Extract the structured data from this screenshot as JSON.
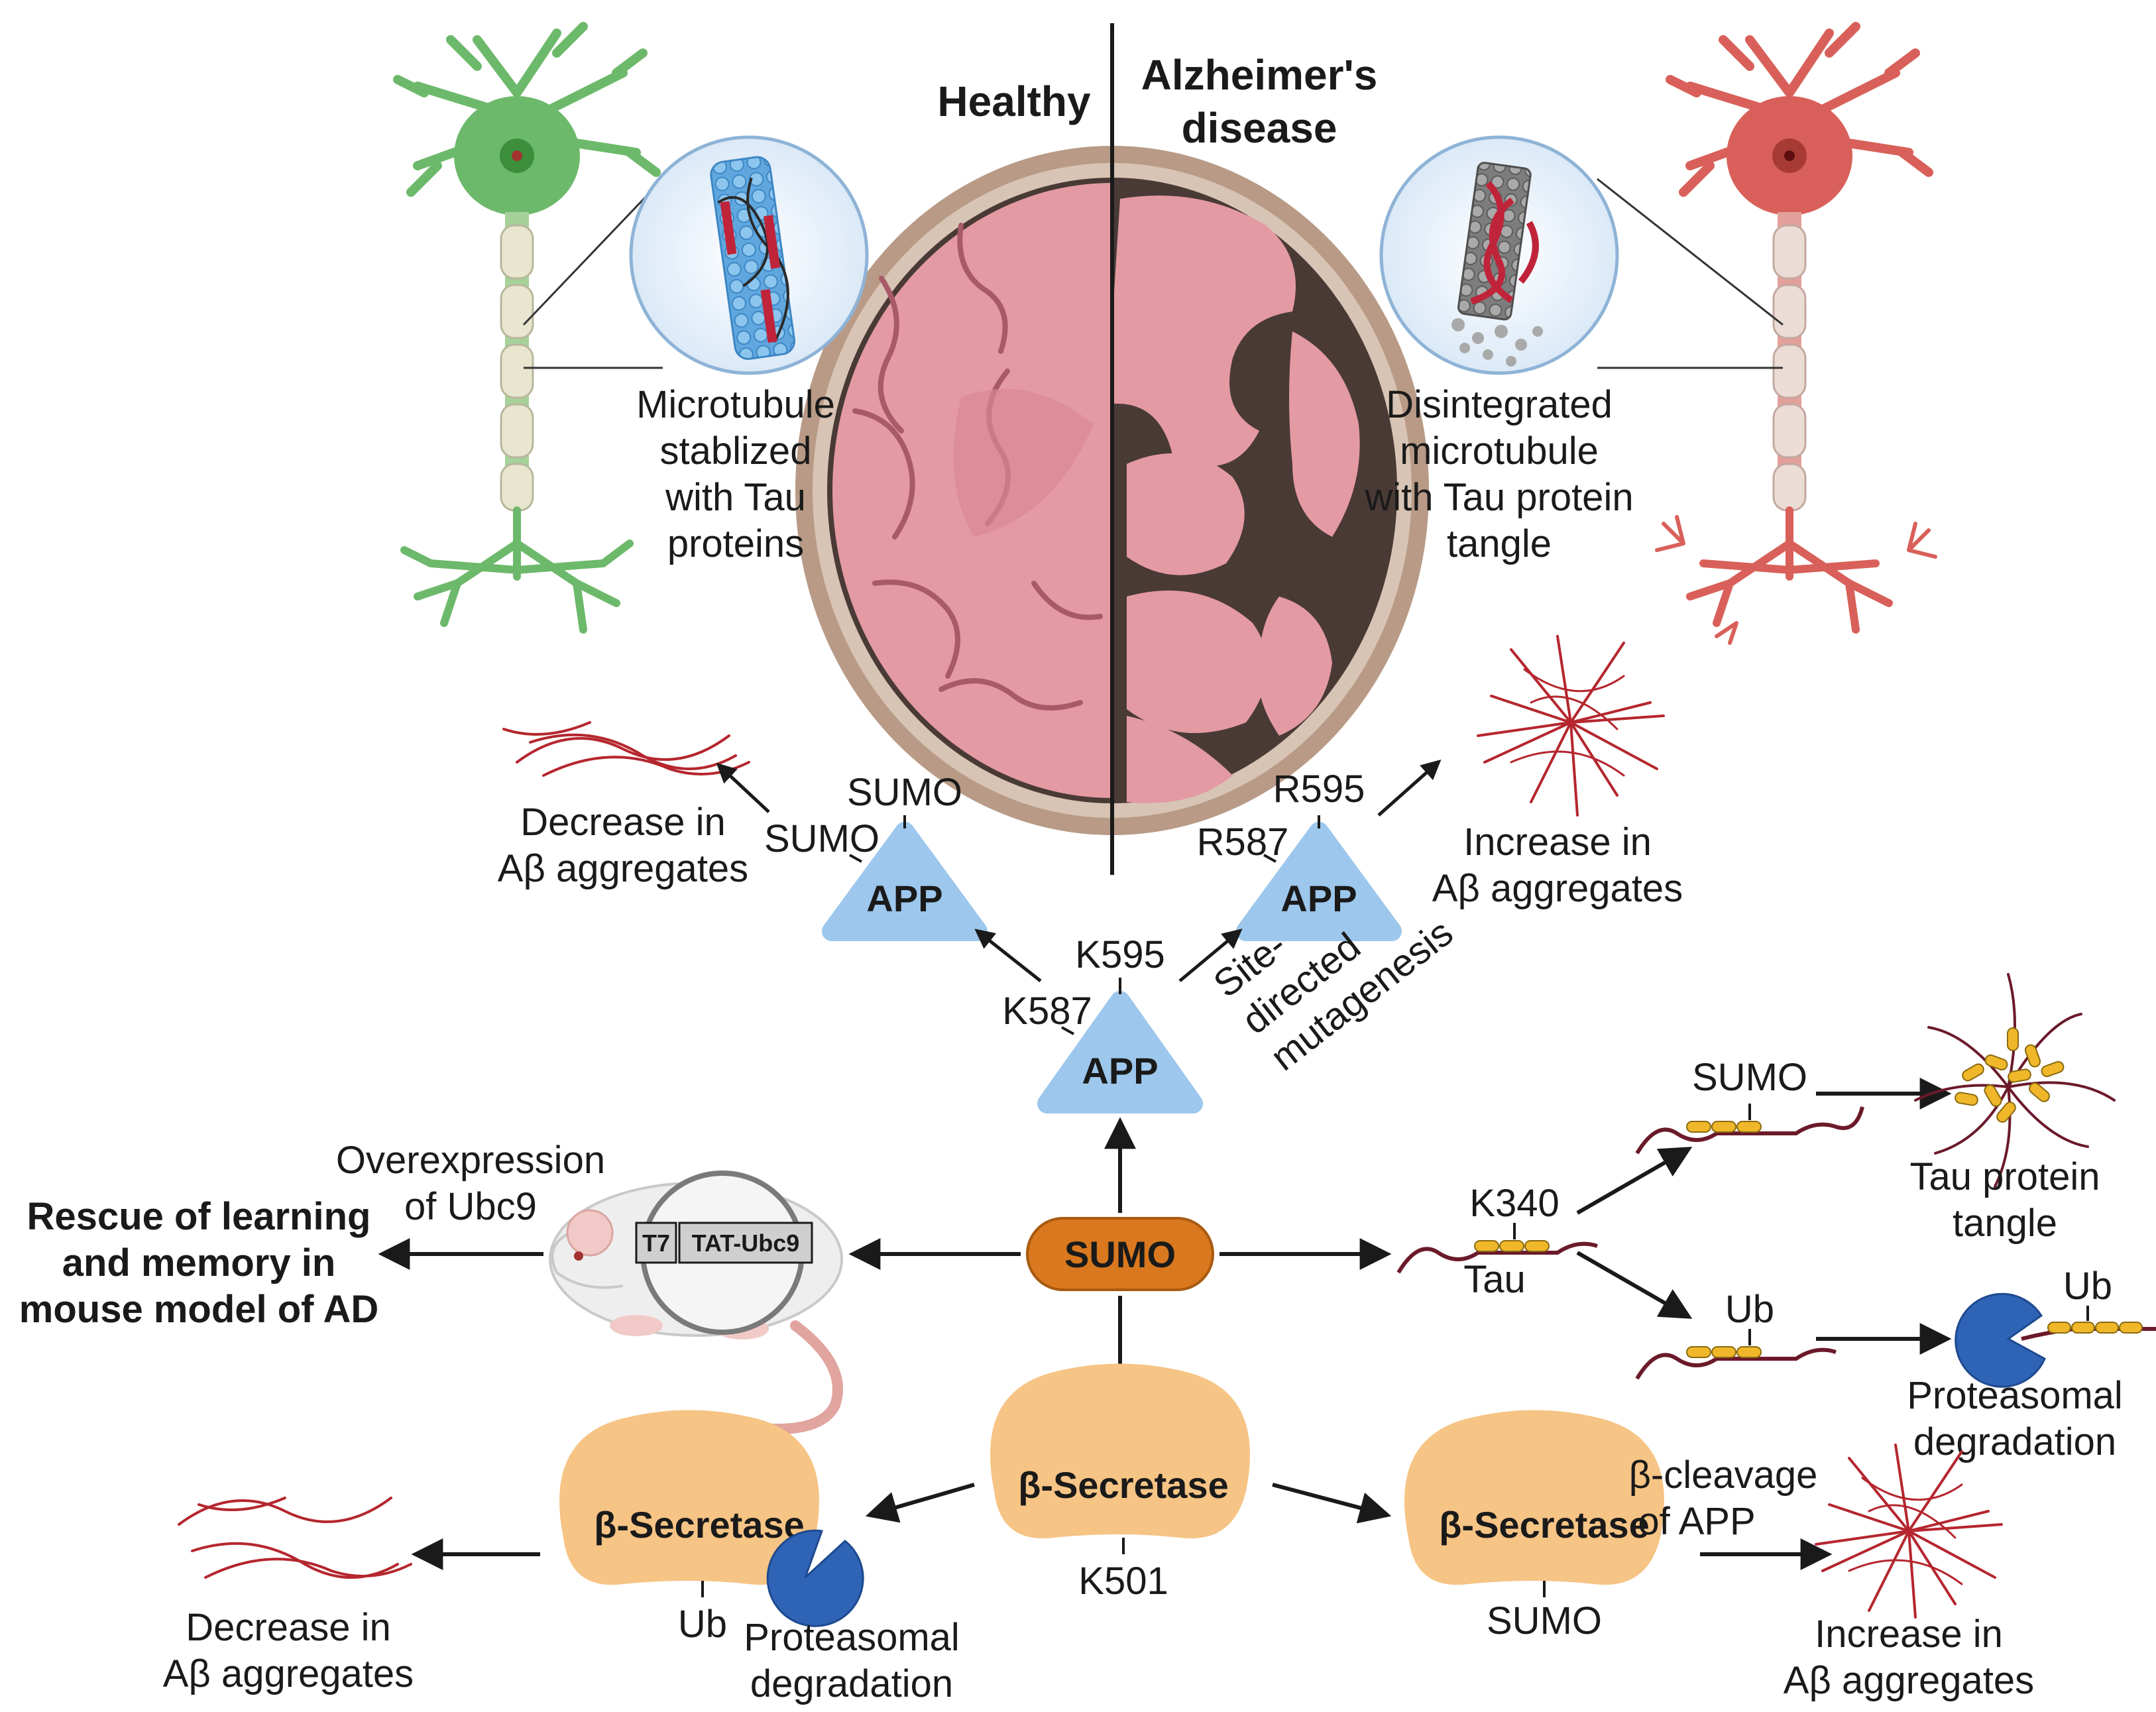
{
  "panels": {
    "healthy_heading": "Healthy",
    "ad_heading_line1": "Alzheimer's",
    "ad_heading_line2": "disease"
  },
  "callouts": {
    "healthy_microtubule": [
      "Microtubule",
      "stablized",
      "with Tau",
      "proteins"
    ],
    "ad_microtubule": [
      "Disintegrated",
      "microtubule",
      "with Tau protein",
      "tangle"
    ]
  },
  "app": {
    "center_label": "APP",
    "center_site_a": "K587",
    "center_site_b": "K595",
    "left_label": "APP",
    "left_mod_a": "SUMO",
    "left_mod_b": "SUMO",
    "left_outcome": [
      "Decrease in",
      "Aβ aggregates"
    ],
    "right_label": "APP",
    "right_site_a": "R587",
    "right_site_b": "R595",
    "right_outcome": [
      "Increase in",
      "Aβ aggregates"
    ],
    "mutagenesis": [
      "Site-",
      "directed",
      "mutagenesis"
    ]
  },
  "center": {
    "sumo_label": "SUMO"
  },
  "mouse": {
    "overexpression": [
      "Overexpression",
      "of Ubc9"
    ],
    "construct_t7": "T7",
    "construct_tat": "TAT-Ubc9",
    "rescue": [
      "Rescue of learning",
      "and memory in",
      "mouse model of AD"
    ]
  },
  "tau": {
    "site": "K340",
    "name": "Tau",
    "sumo_mod": "SUMO",
    "ub_mod": "Ub",
    "tangle_outcome": [
      "Tau protein",
      "tangle"
    ],
    "ub_mod_degraded": "Ub",
    "degradation_outcome": [
      "Proteasomal",
      "degradation"
    ]
  },
  "secretase": {
    "center_label": "β-Secretase",
    "center_site": "K501",
    "left_label": "β-Secretase",
    "left_mod": "Ub",
    "left_degradation": [
      "Proteasomal",
      "degradation"
    ],
    "left_outcome": [
      "Decrease in",
      "Aβ aggregates"
    ],
    "right_label": "β-Secretase",
    "right_mod": "SUMO",
    "right_cleavage": [
      "β-cleavage",
      "of APP"
    ],
    "right_outcome": [
      "Increase in",
      "Aβ aggregates"
    ]
  },
  "colors": {
    "healthy_neuron": "#6db96b",
    "ad_neuron": "#d9605a",
    "brain_tissue": "#e39aa3",
    "skull": "#b89a86",
    "app": "#9dc7ec",
    "sumo": "#d9781e",
    "secretase": "#f6c485",
    "proteasome": "#2f63b5",
    "tau_bead": "#f0b72a",
    "amyloid": "#b5262e"
  }
}
